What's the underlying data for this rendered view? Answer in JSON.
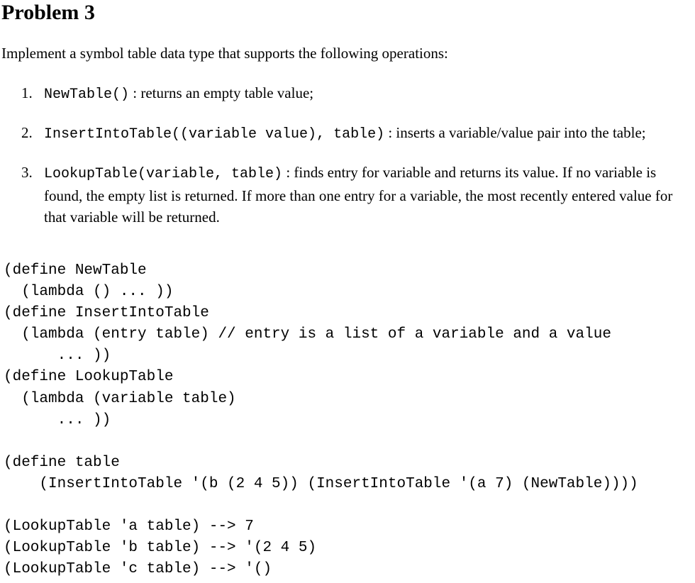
{
  "title": "Problem 3",
  "intro": "Implement a symbol table data type that supports the following operations:",
  "operations": [
    {
      "num": "1.",
      "signature": "NewTable()",
      "description": " : returns an empty table value;"
    },
    {
      "num": "2.",
      "signature": "InsertIntoTable((variable value), table)",
      "description": " : inserts a variable/value pair into the table;"
    },
    {
      "num": "3.",
      "signature": "LookupTable(variable, table)",
      "description": " : finds entry for variable and returns its value. If no variable is found, the empty list is returned. If more than one entry for a variable, the most recently entered value for that variable will be returned."
    }
  ],
  "code_lines": [
    "(define NewTable",
    "  (lambda () ... ))",
    "(define InsertIntoTable",
    "  (lambda (entry table) // entry is a list of a variable and a value",
    "      ... ))",
    "(define LookupTable",
    "  (lambda (variable table)",
    "      ... ))",
    "",
    "(define table",
    "    (InsertIntoTable '(b (2 4 5)) (InsertIntoTable '(a 7) (NewTable))))",
    "",
    "(LookupTable 'a table) --> 7",
    "(LookupTable 'b table) --> '(2 4 5)",
    "(LookupTable 'c table) --> '()"
  ]
}
